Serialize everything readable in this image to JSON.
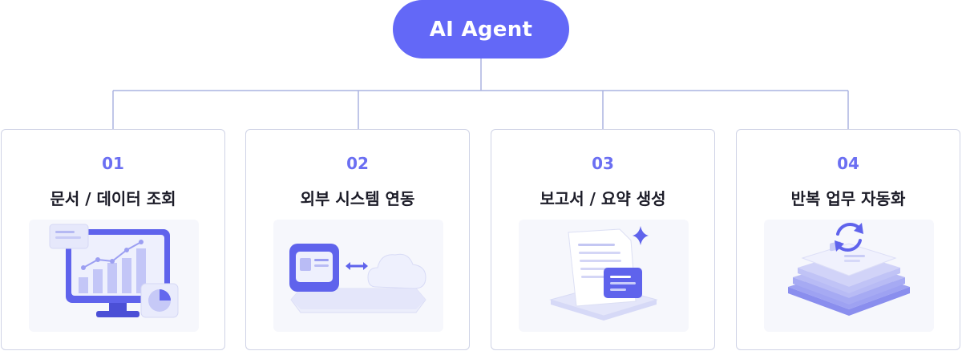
{
  "root": {
    "label": "AI Agent"
  },
  "cards": [
    {
      "number": "01",
      "title": "문서 / 데이터 조회",
      "illustration": "monitor-chart-icon"
    },
    {
      "number": "02",
      "title": "외부 시스템 연동",
      "illustration": "system-cloud-sync-icon"
    },
    {
      "number": "03",
      "title": "보고서 / 요약 생성",
      "illustration": "report-document-icon"
    },
    {
      "number": "04",
      "title": "반복 업무 자동화",
      "illustration": "stacked-automation-icon"
    }
  ],
  "colors": {
    "accent": "#6368f7",
    "number": "#6b6ff2",
    "line": "#aab3e0",
    "border": "#cfd3e6"
  }
}
